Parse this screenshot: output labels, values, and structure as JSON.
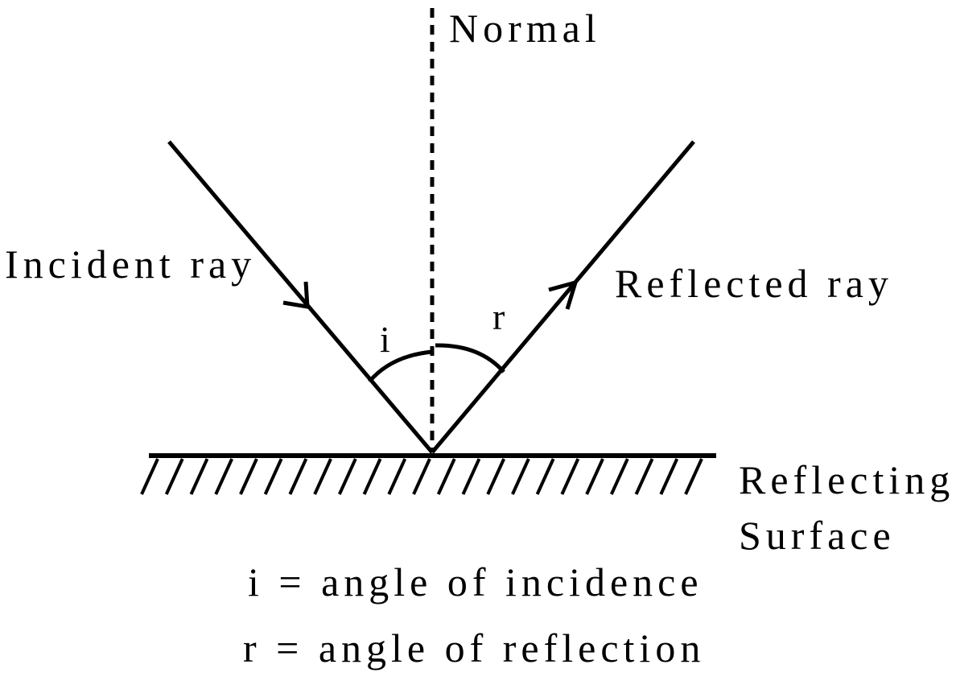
{
  "labels": {
    "normal": "Normal",
    "incident_ray": "Incident ray",
    "reflected_ray": "Reflected ray",
    "angle_i": "i",
    "angle_r": "r",
    "surface_line1": "Reflecting",
    "surface_line2": "Surface"
  },
  "legend": {
    "line1": "i = angle of incidence",
    "line2": "r = angle of reflection"
  },
  "colors": {
    "ink": "#000000",
    "background": "#ffffff"
  }
}
